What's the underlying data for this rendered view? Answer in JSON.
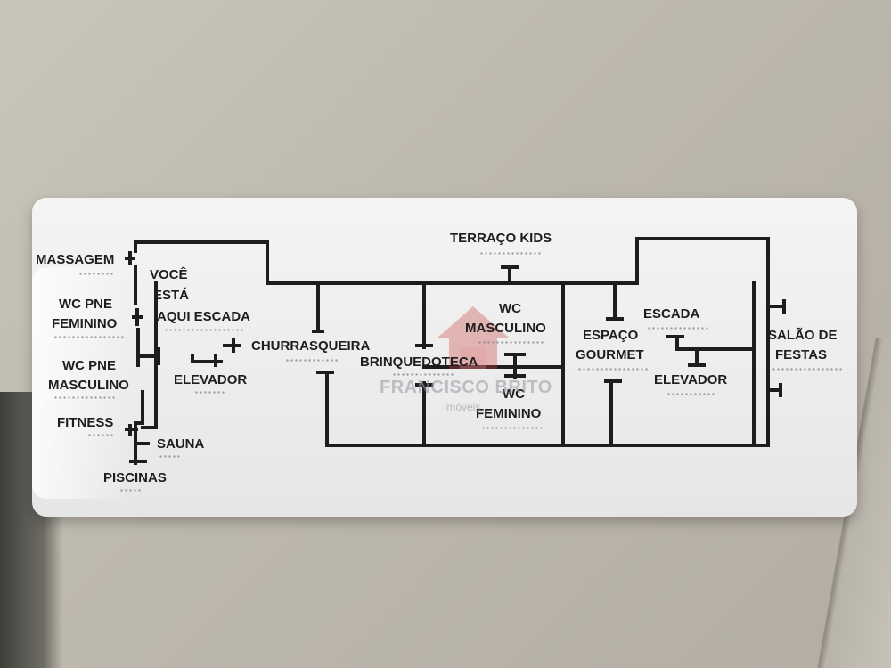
{
  "labels": {
    "massagem": "MASSAGEM",
    "wc_pne": "WC PNE",
    "feminino": "FEMININO",
    "masculino": "MASCULINO",
    "fitness": "FITNESS",
    "sauna": "SAUNA",
    "piscinas": "PISCINAS",
    "voce": "VOCÊ",
    "esta": "ESTÁ",
    "aqui_escada": "AQUI ESCADA",
    "elevador": "ELEVADOR",
    "churrasqueira": "CHURRASQUEIRA",
    "terraco_kids": "TERRAÇO KIDS",
    "wc": "WC",
    "brinquedoteca": "BRINQUEDOTECA",
    "espaco": "ESPAÇO",
    "gourmet": "GOURMET",
    "escada": "ESCADA",
    "salao_de": "SALÃO DE",
    "festas": "FESTAS"
  },
  "watermark": {
    "brand": "FRANCISCO BRITO",
    "sub": "Imóveis"
  },
  "colors": {
    "line": "#1d1d1d",
    "panel": "#eeeeee",
    "watermark": "#c84a4a"
  }
}
